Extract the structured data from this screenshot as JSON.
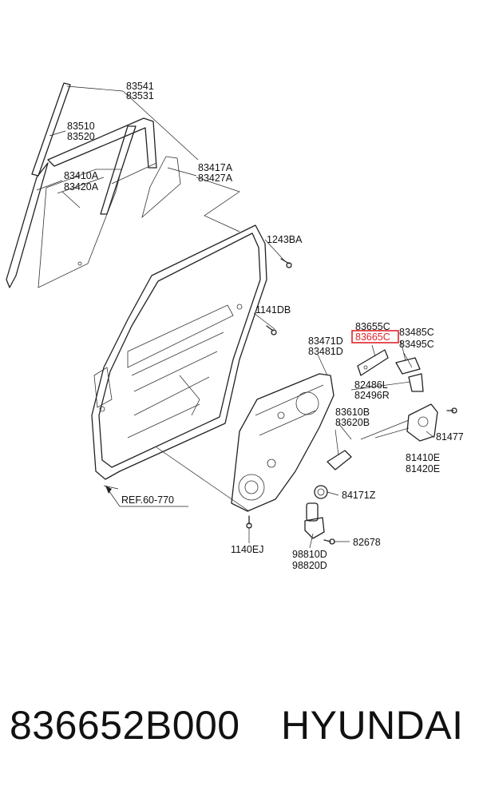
{
  "labels": {
    "l83541": "83541",
    "l83531": "83531",
    "l83510": "83510",
    "l83520": "83520",
    "l83410a": "83410A",
    "l83420a": "83420A",
    "l83417a": "83417A",
    "l83427a": "83427A",
    "l1243ba": "1243BA",
    "l1141db": "1141DB",
    "l83471d": "83471D",
    "l83481d": "83481D",
    "l83655c": "83655C",
    "l83665c": "83665C",
    "l83485c": "83485C",
    "l83495c": "83495C",
    "l82486l": "82486L",
    "l82496r": "82496R",
    "l83610b": "83610B",
    "l83620b": "83620B",
    "l81477": "81477",
    "l81410e": "81410E",
    "l81420e": "81420E",
    "l84171z": "84171Z",
    "l82678": "82678",
    "l98810d": "98810D",
    "l98820d": "98820D",
    "l1140ej": "1140EJ",
    "lref": "REF.60-770"
  },
  "highlighted_label": "83665C",
  "highlight_color": "#e0242a",
  "footer": {
    "part_number": "836652B000",
    "brand": "HYUNDAI"
  }
}
